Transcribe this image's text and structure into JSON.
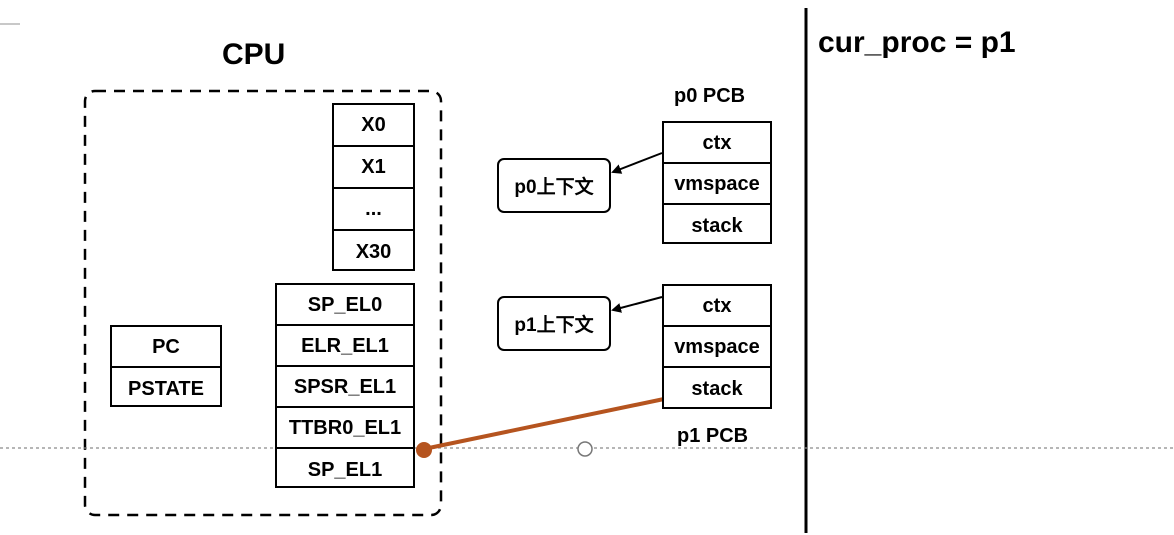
{
  "cpu": {
    "title": "CPU",
    "gpr": [
      "X0",
      "X1",
      "...",
      "X30"
    ],
    "sys_regs": [
      "SP_EL0",
      "ELR_EL1",
      "SPSR_EL1",
      "TTBR0_EL1",
      "SP_EL1"
    ],
    "pc_block": [
      "PC",
      "PSTATE"
    ]
  },
  "p0": {
    "label": "p0 PCB",
    "fields": [
      "ctx",
      "vmspace",
      "stack"
    ],
    "context_label": "p0上下文"
  },
  "p1": {
    "label": "p1 PCB",
    "fields": [
      "ctx",
      "vmspace",
      "stack"
    ],
    "context_label": "p1上下文"
  },
  "status": {
    "text": "cur_proc = p1"
  },
  "colors": {
    "connector": "#b5541f",
    "guide": "#8a8a8a",
    "ink": "#000000"
  }
}
